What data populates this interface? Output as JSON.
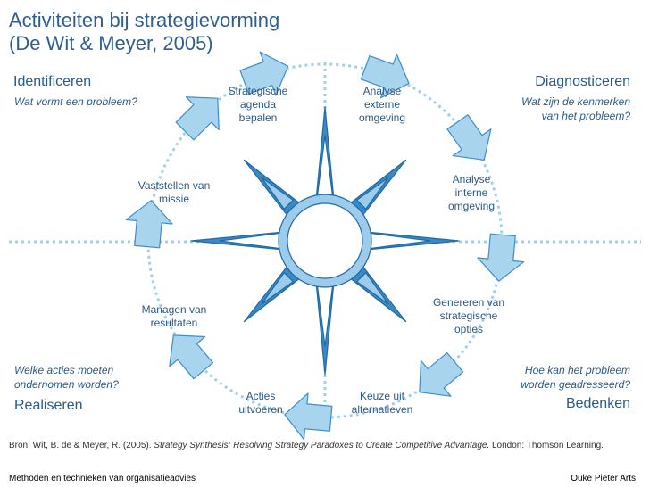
{
  "title": {
    "line1": "Activiteiten bij strategievorming",
    "line2": "(De Wit & Meyer, 2005)"
  },
  "quadrants": {
    "identificeren": {
      "name": "Identificeren",
      "question": "Wat vormt een probleem?"
    },
    "diagnosticeren": {
      "name": "Diagnosticeren",
      "question_l1": "Wat zijn de kenmerken",
      "question_l2": "van het probleem?"
    },
    "realiseren": {
      "name": "Realiseren",
      "question_l1": "Welke acties moeten",
      "question_l2": "ondernomen worden?"
    },
    "bedenken": {
      "name": "Bedenken",
      "question_l1": "Hoe kan het probleem",
      "question_l2": "worden geadresseerd?"
    }
  },
  "steps": [
    {
      "id": "agenda",
      "l1": "Strategische",
      "l2": "agenda",
      "l3": "bepalen"
    },
    {
      "id": "extern",
      "l1": "Analyse",
      "l2": "externe",
      "l3": "omgeving"
    },
    {
      "id": "intern",
      "l1": "Analyse",
      "l2": "interne",
      "l3": "omgeving"
    },
    {
      "id": "opties",
      "l1": "Genereren van",
      "l2": "strategische",
      "l3": "opties"
    },
    {
      "id": "keuze",
      "l1": "Keuze uit",
      "l2": "alternatieven"
    },
    {
      "id": "acties",
      "l1": "Acties",
      "l2": "uitvoeren"
    },
    {
      "id": "resultaten",
      "l1": "Managen van",
      "l2": "resultaten"
    },
    {
      "id": "missie",
      "l1": "Vaststellen van",
      "l2": "missie"
    }
  ],
  "source": {
    "prefix": "Bron: Wit, B. de & Meyer, R. (2005). ",
    "book": "Strategy Synthesis: Resolving Strategy Paradoxes to Create Competitive Advantage.",
    "suffix": " London: Thomson Learning."
  },
  "footer": {
    "left": "Methoden en technieken van organisatieadvies",
    "right": "Ouke Pieter Arts"
  },
  "colors": {
    "arrow_fill": "#a9d4ee",
    "arrow_stroke": "#3d8ec9",
    "star_dark": "#3a88c4",
    "star_light": "#9dcbec",
    "dots": "#9fd0ea",
    "text": "#2a5a86"
  }
}
